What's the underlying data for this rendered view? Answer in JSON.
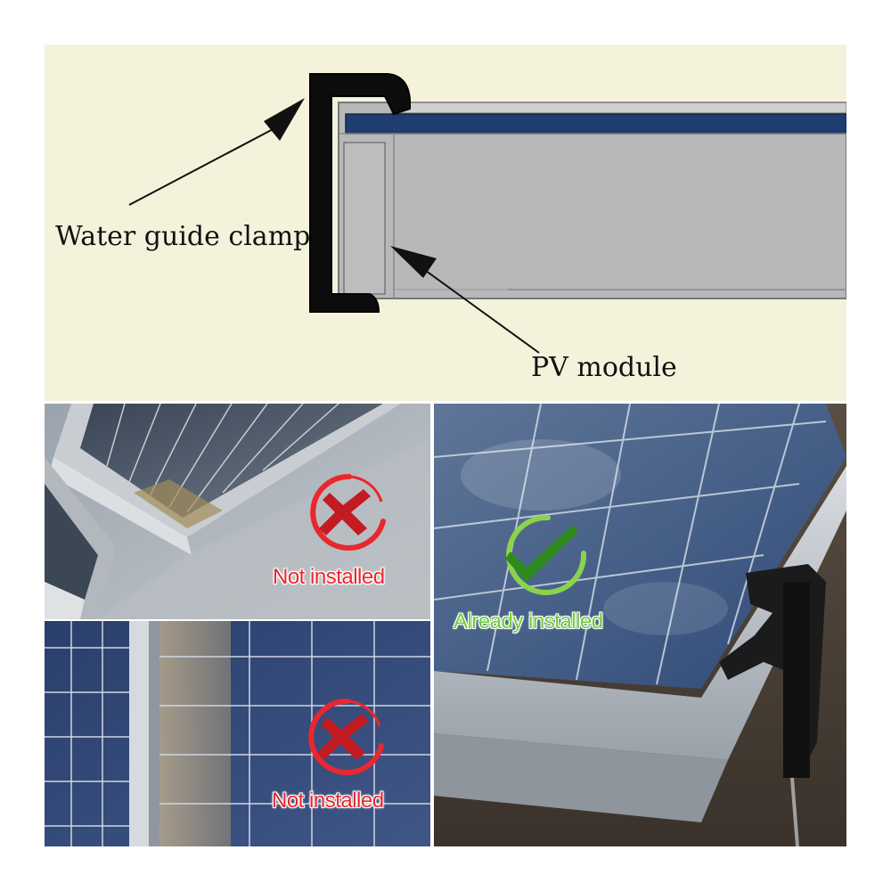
{
  "diagram": {
    "clamp_label": "Water guide clamp",
    "module_label": "PV module"
  },
  "photos": {
    "top_left_caption": "Not installed",
    "bottom_left_caption": "Not installed",
    "right_caption": "Already installed"
  },
  "colors": {
    "diagram_background": "#f5f2dc",
    "glass_blue": "#1f3d6e",
    "frame_grey": "#b7b7b7",
    "not_installed_red": "#e8282e",
    "installed_green": "#6fce3a"
  },
  "icons": {
    "not_installed": "red-cross-icon",
    "installed": "green-check-icon"
  }
}
